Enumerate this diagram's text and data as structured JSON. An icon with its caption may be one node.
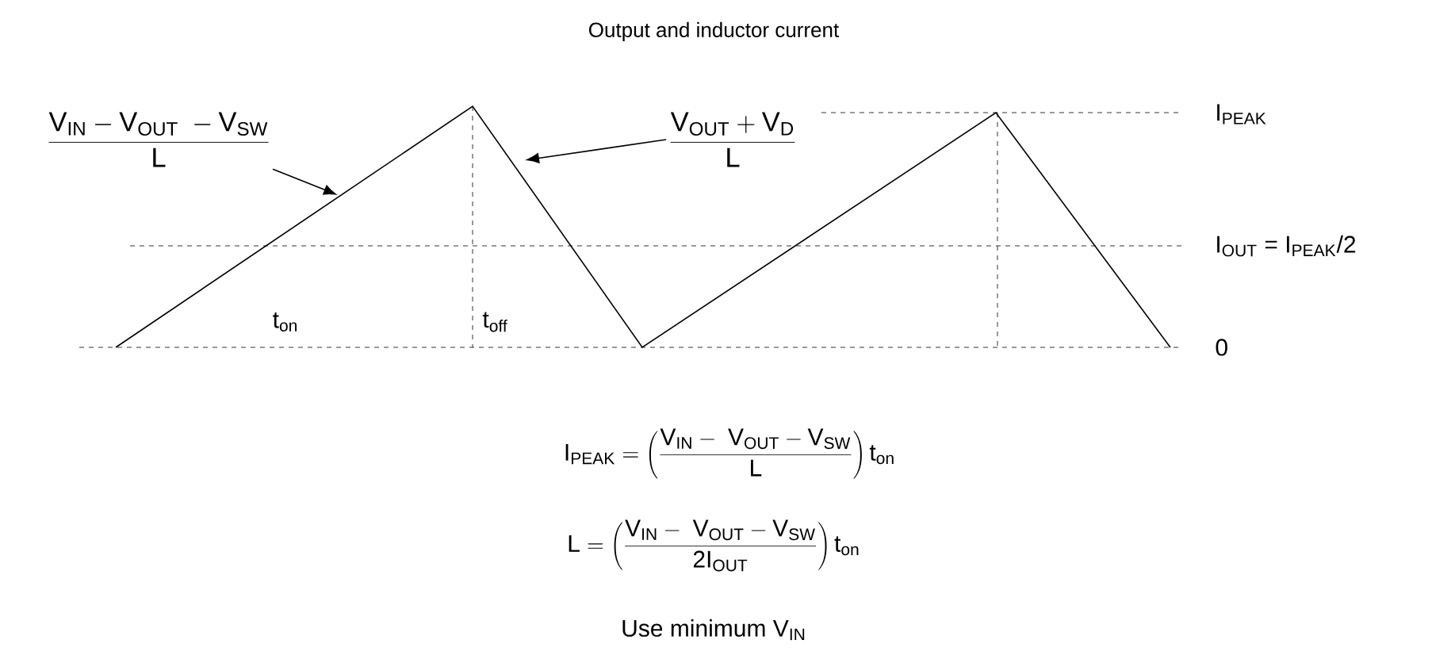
{
  "diagram": {
    "title": "Output and inductor current",
    "nodes": [
      {
        "text": [
          "\\frac{\\mathrm{V}_{\\mathrm{IN}} - \\mathrm{V}_{\\mathrm{OUT}}\\ - \\mathrm{V}_{\\mathrm{SW}}}{\\mathrm{L}}"
        ]
      },
      {
        "text": [
          "\\frac{\\mathrm{V}_{\\mathrm{OUT}} + \\mathrm{V}_{\\mathrm{D}}}{\\mathrm{L}}"
        ]
      }
    ],
    "edges": [
      {
        "from": 0,
        "to": null,
        "arrow": "to"
      },
      {
        "from": 1,
        "to": null,
        "arrow": "to"
      }
    ],
    "labels": [
      "I$_{PEAK}$",
      "I$_{OUT}$ = I$_{PEAK}$/2",
      "t$_{on}$",
      "t$_{off}$",
      "0",
      "\\mathrm{I}_{\\mathrm{PEAK}} = \\left(\\frac{\\mathrm{V}_{\\mathrm{IN}} -\\ \\mathrm{V}_{\\mathrm{OUT}} - \\mathrm{V}_{\\mathrm{SW}}}{\\mathrm{L}}\\right)\\mathrm{t}_{\\mathrm{on}}",
      "\\mathrm{L} = \\left(\\frac{\\mathrm{V}_{\\mathrm{IN}} -\\ \\mathrm{V}_{\\mathrm{OUT}} - \\mathrm{V}_{\\mathrm{SW}}}{\\mathrm{2I}_{\\mathrm{OUT}}}\\right)\\mathrm{t}_{\\mathrm{on}}",
      "Use minimum V$_{IN}$"
    ]
  }
}
